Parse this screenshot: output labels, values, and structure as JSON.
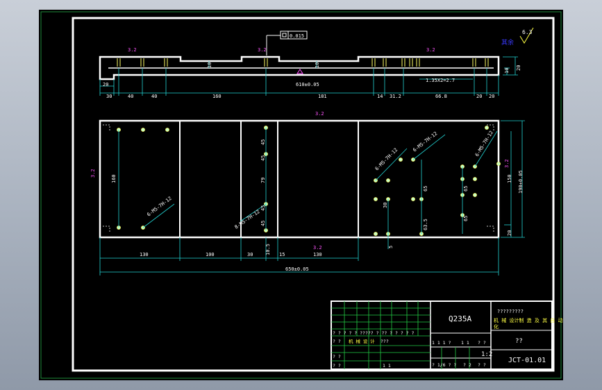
{
  "roughness_mark": {
    "value": "6.3",
    "label": "其余"
  },
  "flatness_tolerance": "0.015",
  "top_view": {
    "overall": "610±0.05",
    "chamfer_note": "1.35X2=2.7",
    "dims": [
      "20",
      "30",
      "40",
      "40",
      "160",
      "181",
      "14",
      "31.2",
      "66.8",
      "20",
      "20",
      "10",
      "20",
      "10",
      "10"
    ],
    "roughness": [
      "3.2",
      "3.2",
      "3.2"
    ]
  },
  "front_view": {
    "hole_notes": [
      "6-M5-7H-12",
      "6-M5-7H-12",
      "6-M5-7H-12",
      "6-M5-7H-12",
      "8-M5-7H-12"
    ],
    "vertical_dims": [
      "160",
      "45",
      "45",
      "79",
      "45",
      "45",
      "10.5",
      "30",
      "65",
      "63.5",
      "5",
      "65",
      "65",
      "150",
      "190±0.05",
      "20",
      "3.2"
    ],
    "horizontal_dims": [
      "130",
      "100",
      "30",
      "15",
      "130"
    ],
    "overall_width": "650±0.05",
    "roughness": [
      "3.2",
      "3.2",
      "3.2"
    ]
  },
  "title_block": {
    "material": "Q235A",
    "school_line1": "?????????",
    "school_line2": "机 械 设计制 造 及 其 自 动",
    "school_line3": "化",
    "part_name": "??",
    "drawing_no": "JCT-01.01",
    "scale": "1:2",
    "grid_row1": "? ? ? ? ? ????? ? ?? ? ? ? ? ?",
    "grid_row2a": "? ?",
    "grid_row2b": "机 械 设 计",
    "grid_row2c": "???",
    "grid_row3": "? ?",
    "grid_row4a": "? ?",
    "grid_row4b": "1 1",
    "mid_row1": "1 1 1 ?",
    "mid_row1b": "1 1",
    "mid_row1c": "? ?",
    "mid_row2": "? 1/6 ? ?",
    "mid_row2b": "? 2",
    "mid_row2c": "? ?"
  }
}
